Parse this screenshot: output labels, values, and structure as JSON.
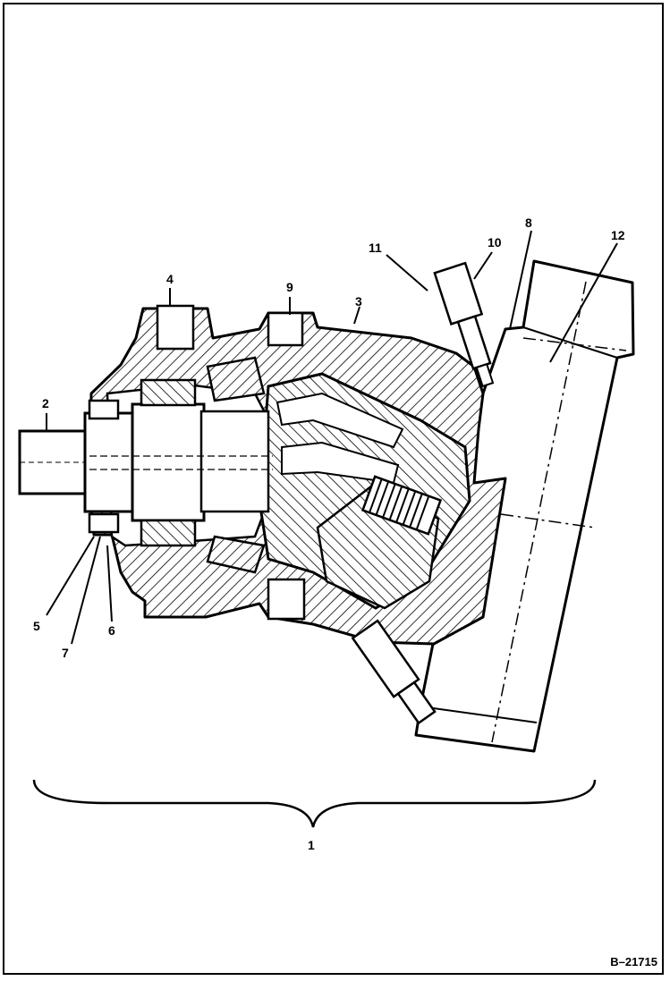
{
  "figure_code": "B–21715",
  "callouts": {
    "c1": "1",
    "c2": "2",
    "c3": "3",
    "c4": "4",
    "c5": "5",
    "c6": "6",
    "c7": "7",
    "c8": "8",
    "c9": "9",
    "c10": "10",
    "c11": "11",
    "c12": "12"
  }
}
